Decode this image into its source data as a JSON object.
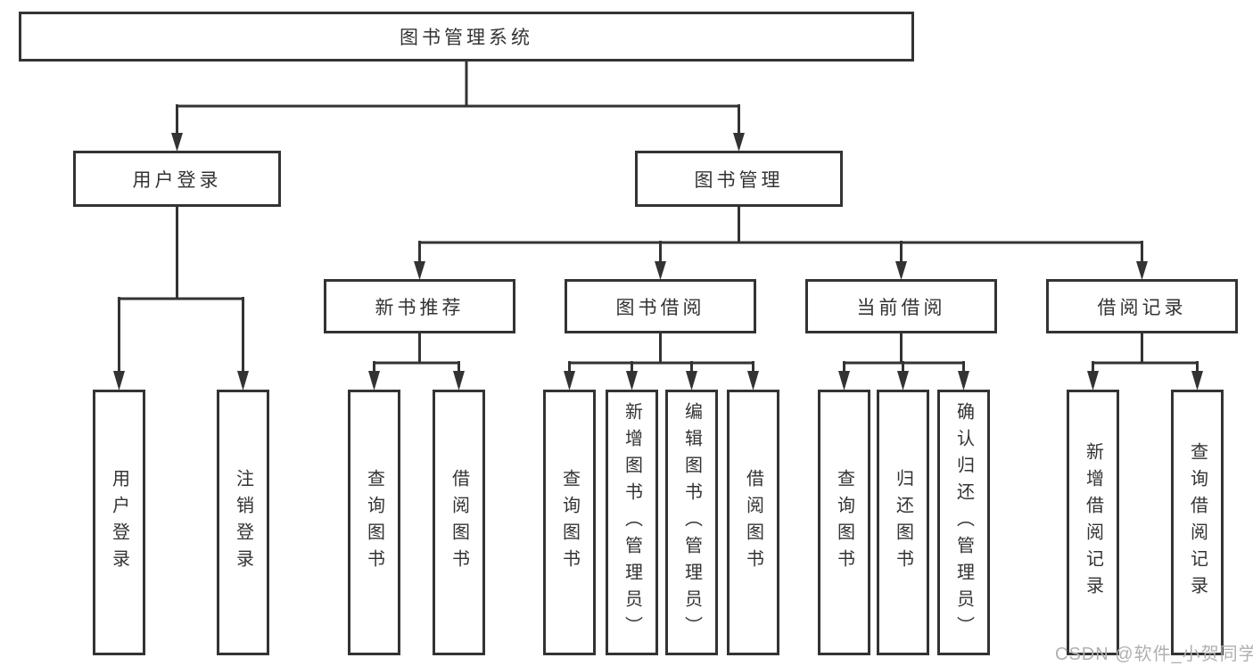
{
  "diagram": {
    "root": {
      "label": "图书管理系统"
    },
    "children": [
      {
        "label": "用户登录",
        "children": [
          {
            "label": "用户登录"
          },
          {
            "label": "注销登录"
          }
        ]
      },
      {
        "label": "图书管理",
        "children": [
          {
            "label": "新书推荐",
            "children": [
              {
                "label": "查询图书"
              },
              {
                "label": "借阅图书"
              }
            ]
          },
          {
            "label": "图书借阅",
            "children": [
              {
                "label": "查询图书"
              },
              {
                "label": "新增图书（管理员）"
              },
              {
                "label": "编辑图书（管理员）"
              },
              {
                "label": "借阅图书"
              }
            ]
          },
          {
            "label": "当前借阅",
            "children": [
              {
                "label": "查询图书"
              },
              {
                "label": "归还图书"
              },
              {
                "label": "确认归还（管理员）"
              }
            ]
          },
          {
            "label": "借阅记录",
            "children": [
              {
                "label": "新增借阅记录"
              },
              {
                "label": "查询借阅记录"
              }
            ]
          }
        ]
      }
    ]
  },
  "watermark": {
    "text": "CSDN @软件_小贺同学"
  },
  "colors": {
    "line": "#333333",
    "text": "#333333",
    "watermark": "#b0b0b0",
    "background": "#ffffff"
  }
}
